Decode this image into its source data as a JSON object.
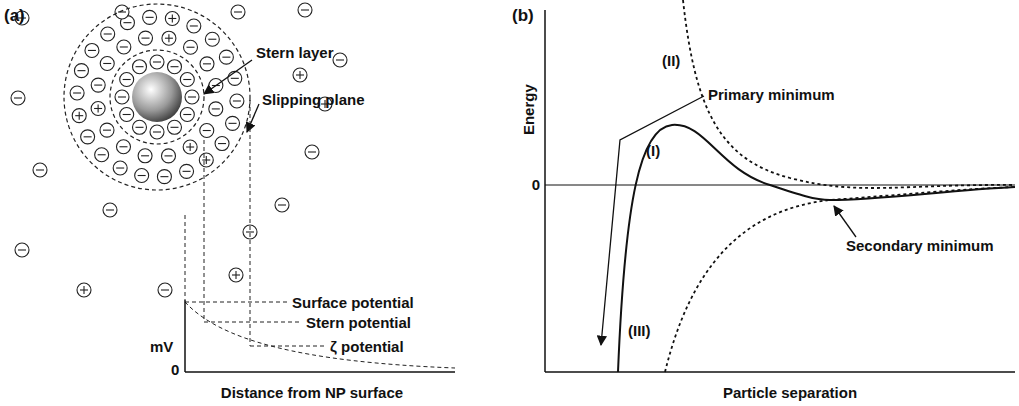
{
  "diagram": {
    "labels": [
      "(a)",
      "Stern layer",
      "Slipping plane",
      "Surface potential",
      "Stern potential",
      "ζ potential",
      "mV",
      "0",
      "Distance from NP surface",
      "(b)",
      "Energy",
      "0",
      "Primary minimum",
      "(II)",
      "(I)",
      "(III)",
      "Secondary minimum",
      "Particle separation"
    ]
  }
}
